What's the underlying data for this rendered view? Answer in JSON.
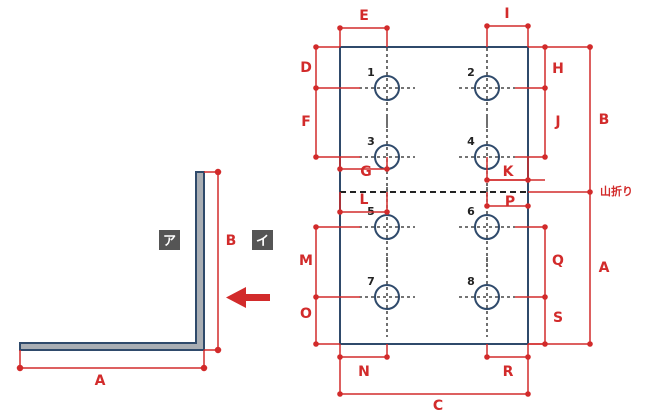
{
  "angle_labels": {
    "width": "A",
    "height": "B"
  },
  "badges": {
    "left": "ア",
    "right": "イ"
  },
  "arrow_direction": "left",
  "fold_label": "山折り",
  "hole_numbers": [
    "1",
    "2",
    "3",
    "4",
    "5",
    "6",
    "7",
    "8"
  ],
  "dimension_labels": {
    "E": "E",
    "I": "I",
    "D": "D",
    "H": "H",
    "F": "F",
    "J": "J",
    "G": "G",
    "K": "K",
    "L": "L",
    "P": "P",
    "M": "M",
    "Q": "Q",
    "O": "O",
    "S": "S",
    "N": "N",
    "R": "R",
    "B": "B",
    "A": "A",
    "C": "C"
  },
  "colors": {
    "dimension": "#d22b2b",
    "outline": "#2f4a6b",
    "steel": "#a9aeb4",
    "badge": "#555555"
  }
}
